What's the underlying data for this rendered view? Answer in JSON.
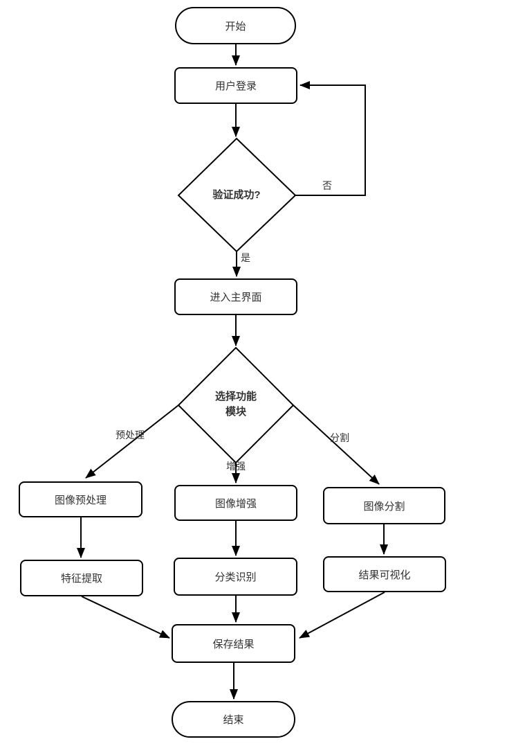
{
  "diagram": {
    "title_hint": "image-processing login flowchart",
    "colors": {
      "shape_stroke": "#000000",
      "shape_fill": "#ffffff",
      "text": "#333333",
      "background": "#ffffff"
    },
    "nodes": {
      "start": "开始",
      "login": "用户登录",
      "verify": "验证成功?",
      "enter_main": "进入主界面",
      "select_module_line1": "选择功能",
      "select_module_line2": "模块",
      "img_preprocess": "图像预处理",
      "img_enhance": "图像增强",
      "img_segment": "图像分割",
      "feature_extract": "特征提取",
      "classify": "分类识别",
      "visualize": "结果可视化",
      "save": "保存结果",
      "end": "结束"
    },
    "edge_labels": {
      "no": "否",
      "yes": "是",
      "preprocess": "预处理",
      "enhance": "增强",
      "segment": "分割"
    }
  }
}
